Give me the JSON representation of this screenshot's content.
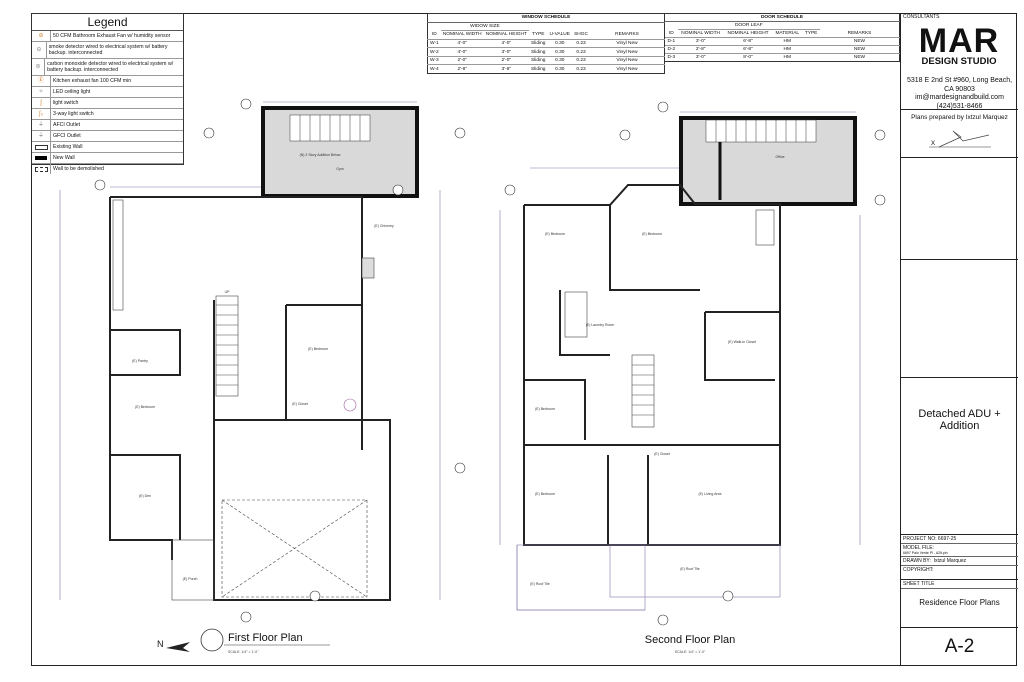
{
  "legend": {
    "title": "Legend",
    "items": [
      {
        "icon": "exhaust-fan-icon",
        "glyph": "⊘",
        "label": "50 CFM Bathroom Exhaust Fan w/ humidity sensor"
      },
      {
        "icon": "smoke-detector-icon",
        "glyph": "⊖",
        "label": "smoke detector wired to electrical system w/ battery backup. interconnected"
      },
      {
        "icon": "co-detector-icon",
        "glyph": "⊜",
        "label": "carbon monoxide detector wired to electrical system w/ battery backup. interconnected"
      },
      {
        "icon": "kitchen-fan-icon",
        "glyph": "Ⓔ",
        "label": "Kitchen exhaust fan 100 CFM min"
      },
      {
        "icon": "led-light-icon",
        "glyph": "✧",
        "label": "LED ceiling light"
      },
      {
        "icon": "light-switch-icon",
        "glyph": "ʃ",
        "label": "light switch"
      },
      {
        "icon": "three-way-switch-icon",
        "glyph": "ʃ₃",
        "label": "3-way light switch"
      },
      {
        "icon": "afci-outlet-icon",
        "glyph": "⏚",
        "label": "AFCI Outlet"
      },
      {
        "icon": "gfci-outlet-icon",
        "glyph": "⏚",
        "label": "GFCI Outlet"
      },
      {
        "icon": "existing-wall-icon",
        "glyph": "▭",
        "label": "Existing Wall"
      },
      {
        "icon": "new-wall-icon",
        "glyph": "▬",
        "label": "New Wall"
      },
      {
        "icon": "demolish-wall-icon",
        "glyph": "⬚",
        "label": "Wall to be demolished"
      }
    ]
  },
  "window_schedule": {
    "title": "WINDOW SCHEDULE",
    "group": "WIDOW SIZE",
    "headers": [
      "ID",
      "NOMINAL WIDTH",
      "NOMINAL HEIGHT",
      "TYPE",
      "U-VALUE",
      "SHGC",
      "REMARKS"
    ],
    "rows": [
      [
        "W-1",
        "4'-0\"",
        "4'-0\"",
        "Sliding",
        "0.30",
        "0.23",
        "Vinyl New"
      ],
      [
        "W-2",
        "4'-0\"",
        "3'-0\"",
        "Sliding",
        "0.30",
        "0.23",
        "Vinyl New"
      ],
      [
        "W-3",
        "2'-0\"",
        "2'-0\"",
        "Sliding",
        "0.30",
        "0.23",
        "Vinyl New"
      ],
      [
        "W-4",
        "2'-6\"",
        "3'-6\"",
        "Sliding",
        "0.30",
        "0.23",
        "Vinyl New"
      ]
    ]
  },
  "door_schedule": {
    "title": "DOOR SCHEDULE",
    "group": "DOOR LEAF",
    "headers": [
      "ID",
      "NOMINAL WIDTH",
      "NOMINAL HEIGHT",
      "MATERIAL",
      "TYPE",
      "REMARKS"
    ],
    "rows": [
      [
        "D-1",
        "3'-0\"",
        "6'-8\"",
        "HM",
        "",
        "NEW"
      ],
      [
        "D-2",
        "2'-8\"",
        "6'-8\"",
        "HM",
        "",
        "NEW"
      ],
      [
        "D-3",
        "3'-0\"",
        "8'-0\"",
        "HM",
        "",
        "NEW"
      ]
    ]
  },
  "title_block": {
    "consultants": "CONSULTANTS",
    "logo_main": "MAR",
    "logo_sub": "DESIGN STUDIO",
    "address1": "5318 E 2nd St #960, Long Beach,",
    "address2": "CA 90803",
    "email": "im@mardesignandbuild.com",
    "phone": "(424)531-8466",
    "prepared_by": "Plans prepared by Ixtzul Marquez",
    "signature_mark": "X",
    "project_title": "Detached ADU + Addition",
    "project_no_label": "PROJECT NO:",
    "project_no": "6697-25",
    "model_file_label": "MODEL FILE:",
    "model_file": "6697 Palo Verde Pl - A2lt.pln",
    "drawn_by_label": "DRAWN BY:",
    "drawn_by": "Ixtzul Marquez",
    "copyright_label": "COPYRIGHT:",
    "sheet_title_label": "SHEET TITLE",
    "sheet_title": "Residence Floor Plans",
    "sheet_number": "A-2"
  },
  "plans": {
    "first": {
      "title": "First Floor Plan",
      "scale": "SCALE: 1/4\" = 1'-0\"",
      "north": "N",
      "rooms": [
        "(N) 2 Story Addition Below",
        "Gym",
        "(E) Pantry",
        "(E) Bedroom",
        "(E) Den",
        "(E) Closet",
        "(E) Bedroom",
        "(E) Porch",
        "(E) Chimney",
        "UP"
      ]
    },
    "second": {
      "title": "Second Floor Plan",
      "scale": "SCALE: 1/4\" = 1'-0\"",
      "rooms": [
        "Office",
        "(E) Bedroom",
        "(E) Bedroom",
        "(E) Laundry Room",
        "(E) Walk-in Closet",
        "(E) Closet",
        "(E) Bedroom",
        "(E) Bedroom",
        "(E) Living Area",
        "(E) Roof Tile",
        "(E) Roof Tile"
      ]
    }
  },
  "colors": {
    "new_area": "#d9d9d9",
    "wall": "#111111",
    "dimension": "#6a5a8a"
  }
}
